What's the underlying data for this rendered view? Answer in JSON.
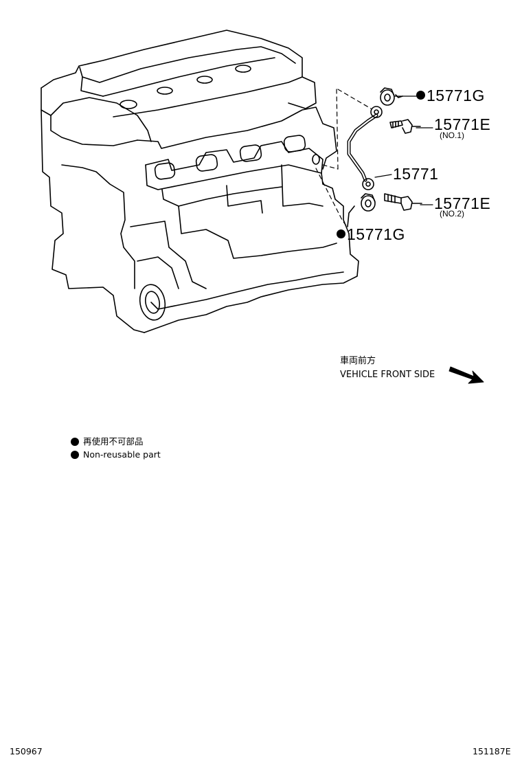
{
  "callouts": {
    "gasket_top": "15771G",
    "union_bolt_no1": "15771E",
    "union_bolt_no1_sub": "(NO.1)",
    "oil_pipe": "15771",
    "union_bolt_no2": "15771E",
    "union_bolt_no2_sub": "(NO.2)",
    "gasket_bottom": "15771G"
  },
  "direction": {
    "label_jp": "車両前方",
    "label_en": "VEHICLE FRONT SIDE"
  },
  "legend": {
    "items": [
      {
        "label": "再使用不可部品"
      },
      {
        "label": "Non-reusable part"
      }
    ]
  },
  "footer": {
    "left_code": "150967",
    "right_code": "151187E"
  },
  "colors": {
    "ink": "#000000",
    "background": "#ffffff"
  }
}
